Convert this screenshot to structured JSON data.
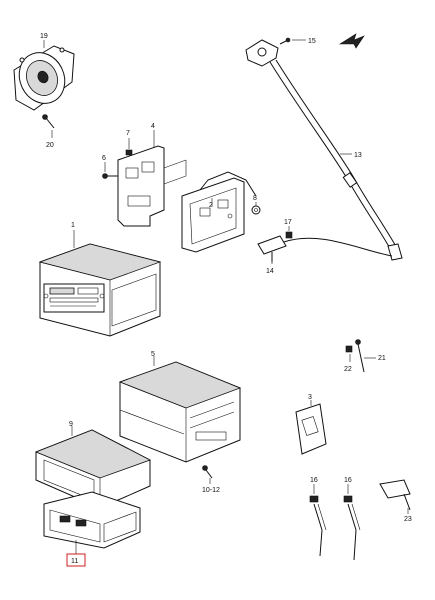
{
  "callouts": {
    "c1": "1",
    "c2": "2",
    "c3": "3",
    "c4": "4",
    "c5": "5",
    "c6": "6",
    "c7": "7",
    "c8": "8",
    "c9": "9",
    "c10_12": "10-12",
    "c11": "11",
    "c13": "13",
    "c14": "14",
    "c15": "15",
    "c16a": "16",
    "c16b": "16",
    "c17": "17",
    "c19": "19",
    "c20": "20",
    "c21": "21",
    "c22": "22",
    "c23": "23"
  },
  "highlight_color": "#cc1f1f"
}
